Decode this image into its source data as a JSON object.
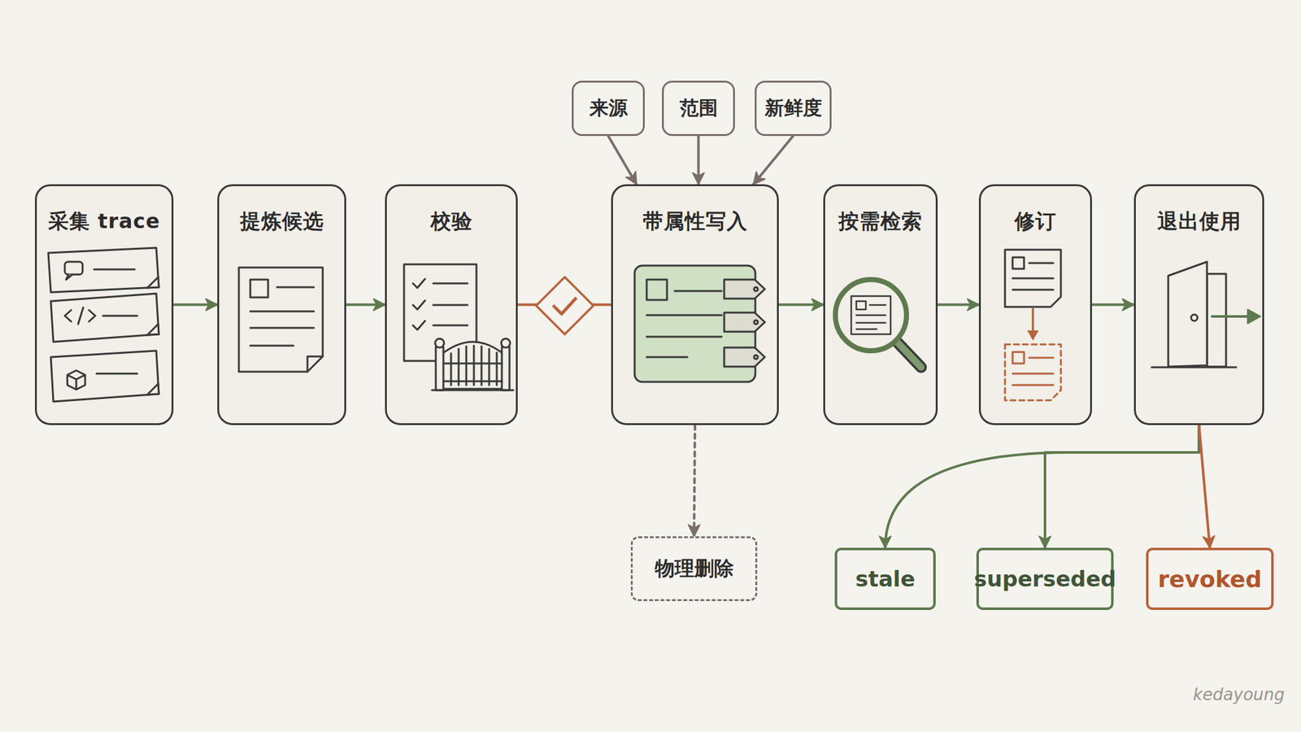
{
  "diagram": {
    "nodes": [
      {
        "text": [
          "采集 trace"
        ]
      },
      {
        "text": [
          "提炼候选"
        ]
      },
      {
        "text": [
          "校验"
        ]
      },
      {
        "text": [
          "来源"
        ]
      },
      {
        "text": [
          "范围"
        ]
      },
      {
        "text": [
          "新鲜度"
        ]
      },
      {
        "text": [
          "带属性写入"
        ]
      },
      {
        "text": [
          "按需检索"
        ]
      },
      {
        "text": [
          "修订"
        ]
      },
      {
        "text": [
          "退出使用"
        ]
      },
      {
        "text": [
          "物理删除"
        ]
      },
      {
        "text": [
          "stale"
        ]
      },
      {
        "text": [
          "superseded"
        ]
      },
      {
        "text": [
          "revoked"
        ]
      }
    ],
    "edges": [
      {
        "from": 0,
        "to": 1,
        "arrow": "to"
      },
      {
        "from": 1,
        "to": 2,
        "arrow": "to"
      },
      {
        "from": 2,
        "to": 6,
        "arrow": "none"
      },
      {
        "from": 3,
        "to": 6,
        "arrow": "to"
      },
      {
        "from": 4,
        "to": 6,
        "arrow": "to"
      },
      {
        "from": 5,
        "to": 6,
        "arrow": "to"
      },
      {
        "from": 6,
        "to": 7,
        "arrow": "to"
      },
      {
        "from": 7,
        "to": 8,
        "arrow": "to"
      },
      {
        "from": 8,
        "to": 9,
        "arrow": "to"
      },
      {
        "from": 6,
        "to": 10,
        "arrow": "to"
      },
      {
        "from": 9,
        "to": 11,
        "arrow": "to"
      },
      {
        "from": 9,
        "to": 12,
        "arrow": "to"
      },
      {
        "from": 9,
        "to": 13,
        "arrow": "to"
      }
    ],
    "labels": [
      "kedayoung"
    ]
  }
}
